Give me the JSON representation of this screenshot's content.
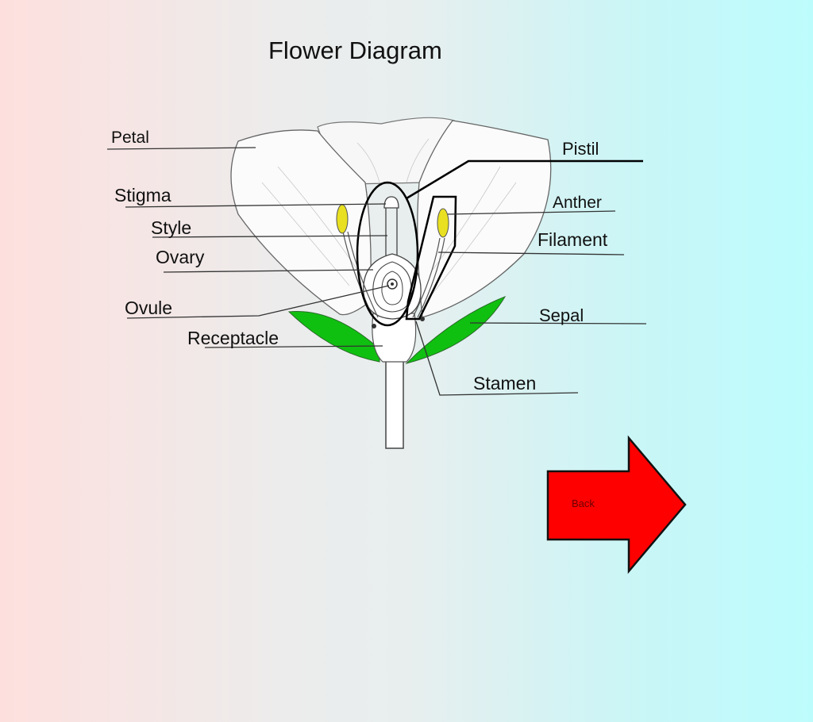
{
  "title": "Flower Diagram",
  "labels": {
    "petal": "Petal",
    "stigma": "Stigma",
    "style": "Style",
    "ovary": "Ovary",
    "ovule": "Ovule",
    "receptacle": "Receptacle",
    "pistil": "Pistil",
    "anther": "Anther",
    "filament": "Filament",
    "sepal": "Sepal",
    "stamen": "Stamen"
  },
  "nav": {
    "back_label": "Back"
  },
  "colors": {
    "sepal": "#10c010",
    "anther": "#e8e020",
    "arrow": "#ff0000",
    "line": "#111111"
  }
}
